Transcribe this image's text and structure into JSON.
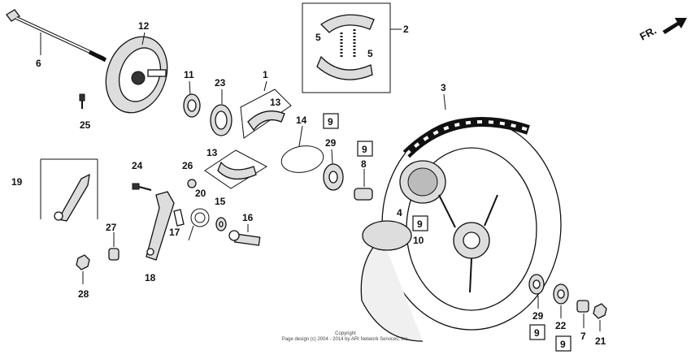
{
  "direction": {
    "label": "FR."
  },
  "copyright": {
    "line1": "Copyright",
    "line2": "Page design (c) 2004 - 2014 by ARI Network Services, Inc."
  },
  "callouts": {
    "c1": "1",
    "c2": "2",
    "c3": "3",
    "c4": "4",
    "c5a": "5",
    "c5b": "5",
    "c6": "6",
    "c7": "7",
    "c8": "8",
    "c10": "10",
    "c11": "11",
    "c12": "12",
    "c13a": "13",
    "c13b": "13",
    "c14": "14",
    "c15": "15",
    "c16": "16",
    "c17": "17",
    "c18": "18",
    "c19": "19",
    "c20": "20",
    "c21": "21",
    "c22": "22",
    "c23": "23",
    "c24": "24",
    "c25": "25",
    "c26": "26",
    "c27": "27",
    "c28": "28",
    "c29a": "29",
    "c29b": "29"
  },
  "boxed": {
    "b9a": "9",
    "b9b": "9",
    "b9c": "9",
    "b9d": "9",
    "b9e": "9"
  }
}
